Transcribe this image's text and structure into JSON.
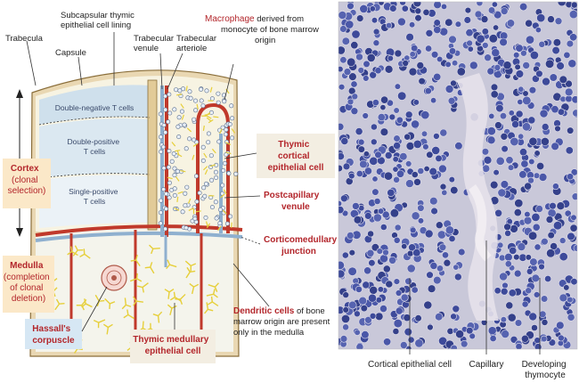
{
  "colors": {
    "capsule": "#e9d7b2",
    "cortex_blue": "#cfe0ec",
    "vessel_red": "#c0392b",
    "vessel_blue": "#8fb0cf",
    "reticular_yellow": "#f0e04a",
    "label_red": "#b3262b",
    "box_cortex": "#fbe8c8",
    "box_medulla": "#fbe8c8",
    "box_hassall": "#d6e7f4",
    "micro_bg": "#c9c8d9",
    "nucleus": "#3d4a9a"
  },
  "labels": {
    "trabecula": "Trabecula",
    "capsule": "Capsule",
    "subcapsular": [
      "Subcapsular thymic",
      "epithelial cell lining"
    ],
    "trabecular_venule": [
      "Trabecular",
      "venule"
    ],
    "trabecular_arteriole": [
      "Trabecular",
      "arteriole"
    ],
    "macrophage_red": "Macrophage",
    "macrophage_rest": [
      " derived from",
      "monocyte of bone marrow",
      "origin"
    ],
    "double_negative": "Double-negative T cells",
    "double_positive": [
      "Double-positive",
      "T cells"
    ],
    "single_positive": [
      "Single-positive",
      "T cells"
    ],
    "cortex": [
      "Cortex",
      "(clonal",
      "selection)"
    ],
    "medulla": [
      "Medulla",
      "(completion",
      "of clonal",
      "deletion)"
    ],
    "thymic_cortical": [
      "Thymic",
      "cortical",
      "epithelial cell"
    ],
    "postcapillary": [
      "Postcapillary",
      "venule"
    ],
    "corticomedullary": [
      "Corticomedullary",
      "junction"
    ],
    "hassall": [
      "Hassall's",
      "corpuscle"
    ],
    "thymic_medullary": [
      "Thymic medullary",
      "epithelial cell"
    ],
    "dendritic_red": "Dendritic cells",
    "dendritic_rest": [
      " of bone",
      "marrow origin are present",
      "only in the medulla"
    ],
    "cortical_epithelial_cell": "Cortical epithelial cell",
    "capillary": "Capillary",
    "developing_thymocyte": [
      "Developing",
      "thymocyte"
    ]
  },
  "icons": [
    "arrow-up-icon",
    "arrow-down-icon"
  ]
}
